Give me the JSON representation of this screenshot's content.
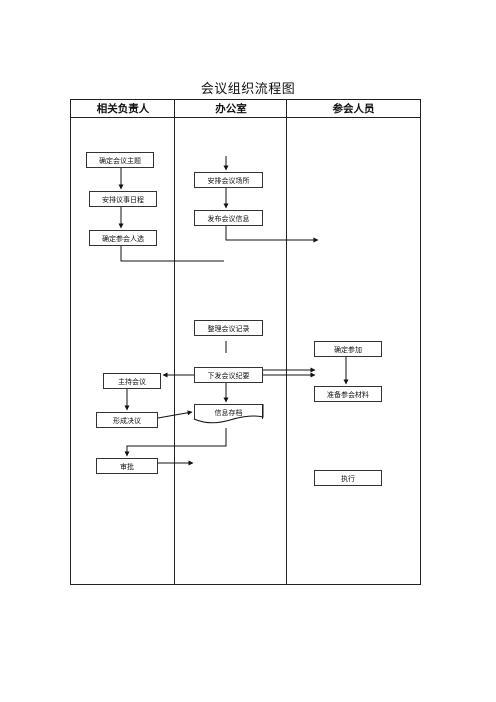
{
  "title": "会议组织流程图",
  "lanes": [
    "相关负责人",
    "办公室",
    "参会人员"
  ],
  "nodes": {
    "topic": "确定会议主题",
    "agenda": "安排议事日程",
    "participants": "确定参会人选",
    "venue": "安排会议场所",
    "publish": "发布会议信息",
    "minutes": "整理会议记录",
    "confirm": "确定参加",
    "preside": "主持会议",
    "issue": "下发会议纪要",
    "materials": "准备参会材料",
    "resolution": "形成决议",
    "archive": "信息存档",
    "approve": "审批",
    "execute": "执行"
  }
}
